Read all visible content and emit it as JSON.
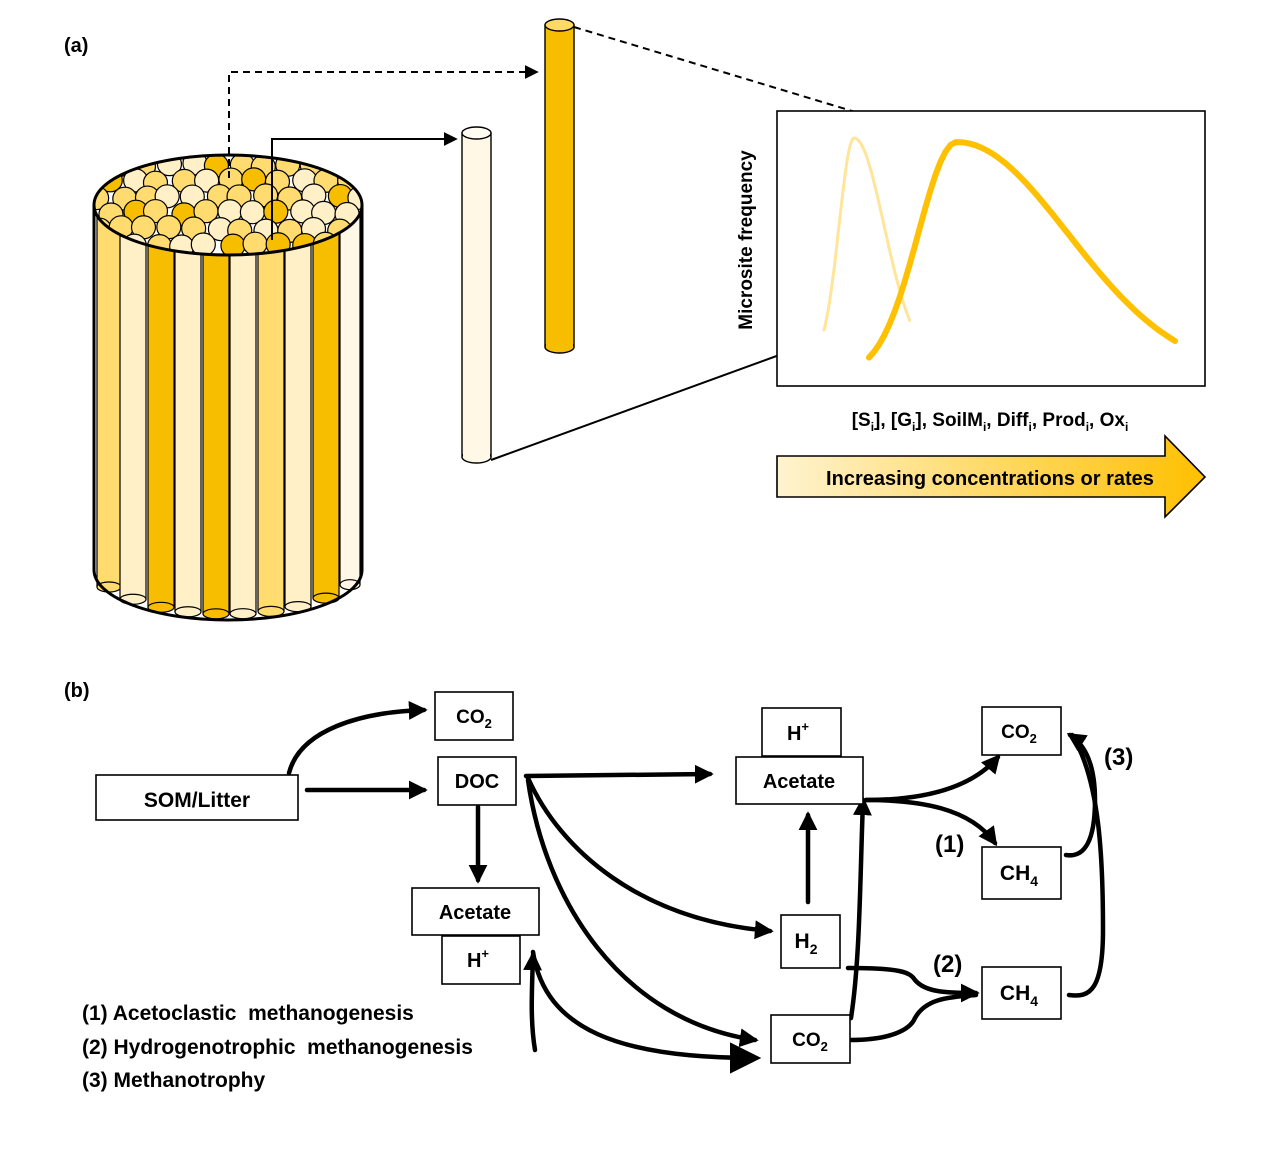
{
  "panel_a": {
    "label": "(a)",
    "colors": {
      "dark": "#F7BE00",
      "medium": "#FFDB70",
      "light": "#FFF0C8",
      "pale": "#FFF8E6",
      "curve_light": "#FFE59A",
      "curve_dark": "#FFC000"
    },
    "chart": {
      "ylabel": "Microsite frequency",
      "xlabel_parts": [
        {
          "text": "[S",
          "sub": "i",
          "after": "], "
        },
        {
          "text": "[G",
          "sub": "i",
          "after": "], "
        },
        {
          "text": "SoilM",
          "sub": "i",
          "after": ", "
        },
        {
          "text": "Diff",
          "sub": "i",
          "after": ", "
        },
        {
          "text": "Prod",
          "sub": "i",
          "after": ", "
        },
        {
          "text": "Ox",
          "sub": "i",
          "after": ""
        }
      ],
      "arrow_text": "Increasing concentrations or rates",
      "curves": [
        {
          "name": "light-microsite-distribution",
          "peak_position": 0.18,
          "spread": "narrow"
        },
        {
          "name": "dark-microsite-distribution",
          "peak_position": 0.42,
          "spread": "wide"
        }
      ]
    }
  },
  "panel_b": {
    "label": "(b)",
    "nodes": {
      "som": "SOM/Litter",
      "co2_top": {
        "main": "CO",
        "sub": "2"
      },
      "doc": "DOC",
      "acetate_left": "Acetate",
      "hplus_left": {
        "main": "H",
        "sup": "+"
      },
      "acetate_right": "Acetate",
      "hplus_right": {
        "main": "H",
        "sup": "+"
      },
      "h2": {
        "main": "H",
        "sub": "2"
      },
      "co2_mid": {
        "main": "CO",
        "sub": "2"
      },
      "co2_right": {
        "main": "CO",
        "sub": "2"
      },
      "ch4_top": {
        "main": "CH",
        "sub": "4"
      },
      "ch4_bottom": {
        "main": "CH",
        "sub": "4"
      }
    },
    "pathway_markers": {
      "p1": "(1)",
      "p2": "(2)",
      "p3": "(3)"
    },
    "legend": [
      "(1) Acetoclastic  methanogenesis",
      "(2) Hydrogenotrophic  methanogenesis",
      "(3) Methanotrophy"
    ]
  }
}
